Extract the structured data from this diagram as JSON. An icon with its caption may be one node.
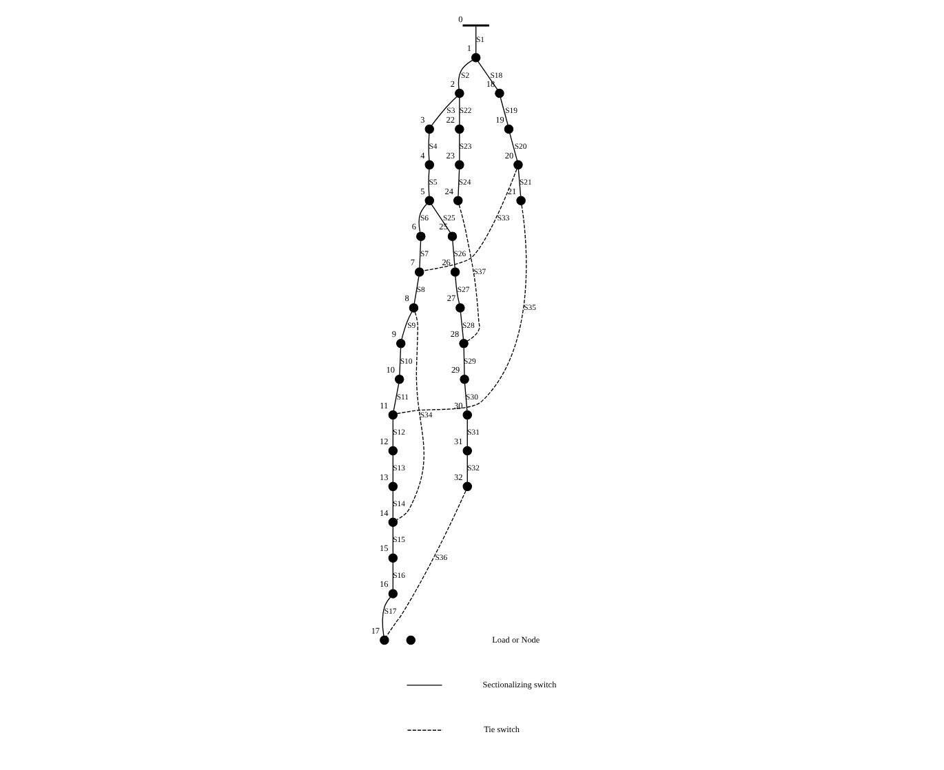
{
  "diagram": {
    "nodes": [
      {
        "text": [],
        "shape": "bar",
        "beside": [
          "0"
        ]
      },
      {
        "text": [],
        "shape": "circle",
        "beside": [
          "1"
        ]
      },
      {
        "text": [],
        "shape": "circle",
        "beside": [
          "2"
        ]
      },
      {
        "text": [],
        "shape": "circle",
        "beside": [
          "3"
        ]
      },
      {
        "text": [],
        "shape": "circle",
        "beside": [
          "4"
        ]
      },
      {
        "text": [],
        "shape": "circle",
        "beside": [
          "5"
        ]
      },
      {
        "text": [],
        "shape": "circle",
        "beside": [
          "6"
        ]
      },
      {
        "text": [],
        "shape": "circle",
        "beside": [
          "7"
        ]
      },
      {
        "text": [],
        "shape": "circle",
        "beside": [
          "8"
        ]
      },
      {
        "text": [],
        "shape": "circle",
        "beside": [
          "9"
        ]
      },
      {
        "text": [],
        "shape": "circle",
        "beside": [
          "10"
        ]
      },
      {
        "text": [],
        "shape": "circle",
        "beside": [
          "11"
        ]
      },
      {
        "text": [],
        "shape": "circle",
        "beside": [
          "12"
        ]
      },
      {
        "text": [],
        "shape": "circle",
        "beside": [
          "13"
        ]
      },
      {
        "text": [],
        "shape": "circle",
        "beside": [
          "14"
        ]
      },
      {
        "text": [],
        "shape": "circle",
        "beside": [
          "15"
        ]
      },
      {
        "text": [],
        "shape": "circle",
        "beside": [
          "16"
        ]
      },
      {
        "text": [],
        "shape": "circle",
        "beside": [
          "17"
        ]
      },
      {
        "text": [],
        "shape": "circle",
        "beside": [
          "18"
        ]
      },
      {
        "text": [],
        "shape": "circle",
        "beside": [
          "19"
        ]
      },
      {
        "text": [],
        "shape": "circle",
        "beside": [
          "20"
        ]
      },
      {
        "text": [],
        "shape": "circle",
        "beside": [
          "21"
        ]
      },
      {
        "text": [],
        "shape": "circle",
        "beside": [
          "22"
        ]
      },
      {
        "text": [],
        "shape": "circle",
        "beside": [
          "23"
        ]
      },
      {
        "text": [],
        "shape": "circle",
        "beside": [
          "24"
        ]
      },
      {
        "text": [],
        "shape": "circle",
        "beside": [
          "25"
        ]
      },
      {
        "text": [],
        "shape": "circle",
        "beside": [
          "26"
        ]
      },
      {
        "text": [],
        "shape": "circle",
        "beside": [
          "27"
        ]
      },
      {
        "text": [],
        "shape": "circle",
        "beside": [
          "28"
        ]
      },
      {
        "text": [],
        "shape": "circle",
        "beside": [
          "29"
        ]
      },
      {
        "text": [],
        "shape": "circle",
        "beside": [
          "30"
        ]
      },
      {
        "text": [],
        "shape": "circle",
        "beside": [
          "31"
        ]
      },
      {
        "text": [],
        "shape": "circle",
        "beside": [
          "32"
        ]
      }
    ],
    "edges": [
      {
        "from": 0,
        "to": 1,
        "arrow": "none",
        "label": "S1"
      },
      {
        "from": 1,
        "to": 2,
        "arrow": "none",
        "label": "S2"
      },
      {
        "from": 2,
        "to": 3,
        "arrow": "none",
        "label": "S3"
      },
      {
        "from": 3,
        "to": 4,
        "arrow": "none",
        "label": "S4"
      },
      {
        "from": 4,
        "to": 5,
        "arrow": "none",
        "label": "S5"
      },
      {
        "from": 5,
        "to": 6,
        "arrow": "none",
        "label": "S6"
      },
      {
        "from": 6,
        "to": 7,
        "arrow": "none",
        "label": "S7"
      },
      {
        "from": 7,
        "to": 8,
        "arrow": "none",
        "label": "S8"
      },
      {
        "from": 8,
        "to": 9,
        "arrow": "none",
        "label": "S9"
      },
      {
        "from": 9,
        "to": 10,
        "arrow": "none",
        "label": "S10"
      },
      {
        "from": 10,
        "to": 11,
        "arrow": "none",
        "label": "S11"
      },
      {
        "from": 11,
        "to": 12,
        "arrow": "none",
        "label": "S12"
      },
      {
        "from": 12,
        "to": 13,
        "arrow": "none",
        "label": "S13"
      },
      {
        "from": 13,
        "to": 14,
        "arrow": "none",
        "label": "S14"
      },
      {
        "from": 14,
        "to": 15,
        "arrow": "none",
        "label": "S15"
      },
      {
        "from": 15,
        "to": 16,
        "arrow": "none",
        "label": "S16"
      },
      {
        "from": 16,
        "to": 17,
        "arrow": "none",
        "label": "S17"
      },
      {
        "from": 1,
        "to": 18,
        "arrow": "none",
        "label": "S18"
      },
      {
        "from": 18,
        "to": 19,
        "arrow": "none",
        "label": "S19"
      },
      {
        "from": 19,
        "to": 20,
        "arrow": "none",
        "label": "S20"
      },
      {
        "from": 20,
        "to": 21,
        "arrow": "none",
        "label": "S21"
      },
      {
        "from": 2,
        "to": 22,
        "arrow": "none",
        "label": "S22"
      },
      {
        "from": 22,
        "to": 23,
        "arrow": "none",
        "label": "S23"
      },
      {
        "from": 23,
        "to": 24,
        "arrow": "none",
        "label": "S24"
      },
      {
        "from": 5,
        "to": 25,
        "arrow": "none",
        "label": "S25"
      },
      {
        "from": 25,
        "to": 26,
        "arrow": "none",
        "label": "S26"
      },
      {
        "from": 26,
        "to": 27,
        "arrow": "none",
        "label": "S27"
      },
      {
        "from": 27,
        "to": 28,
        "arrow": "none",
        "label": "S28"
      },
      {
        "from": 28,
        "to": 29,
        "arrow": "none",
        "label": "S29"
      },
      {
        "from": 29,
        "to": 30,
        "arrow": "none",
        "label": "S30"
      },
      {
        "from": 30,
        "to": 31,
        "arrow": "none",
        "label": "S31"
      },
      {
        "from": 31,
        "to": 32,
        "arrow": "none",
        "label": "S32"
      },
      {
        "from": 20,
        "to": 7,
        "arrow": "none",
        "label": "S33",
        "style": "dashed"
      },
      {
        "from": 8,
        "to": 14,
        "arrow": "none",
        "label": "S34",
        "style": "dashed"
      },
      {
        "from": 21,
        "to": 11,
        "arrow": "none",
        "label": "S35",
        "style": "dashed"
      },
      {
        "from": 32,
        "to": 17,
        "arrow": "none",
        "label": "S36",
        "style": "dashed"
      },
      {
        "from": 24,
        "to": 28,
        "arrow": "none",
        "label": "S37",
        "style": "dashed"
      }
    ],
    "legend": [
      {
        "text": "Load or Node"
      },
      {
        "text": "Sectionalizing switch"
      },
      {
        "text": "Tie switch"
      }
    ]
  }
}
